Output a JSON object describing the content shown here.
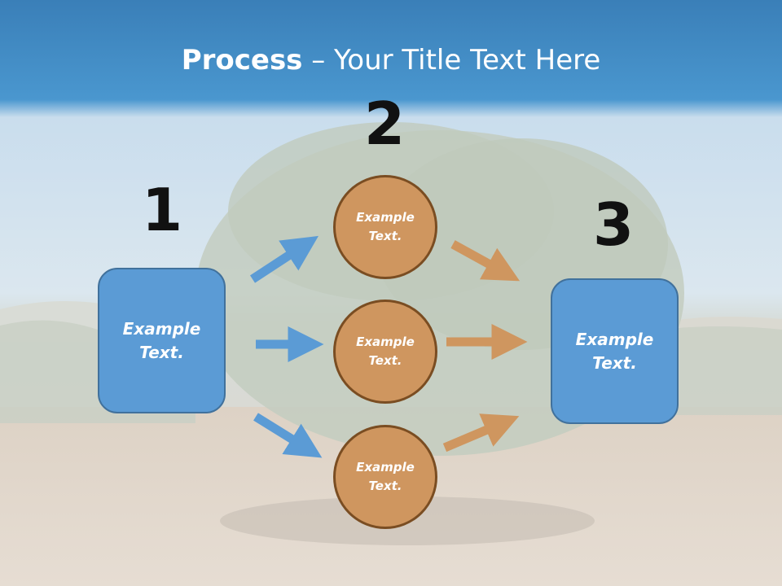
{
  "title": {
    "bold": "Process",
    "rest": " – Your Title Text Here"
  },
  "steps": {
    "one": "1",
    "two": "2",
    "three": "3"
  },
  "left_box": {
    "line1": "Example",
    "line2": "Text."
  },
  "circles": [
    {
      "line1": "Example",
      "line2": "Text."
    },
    {
      "line1": "Example",
      "line2": "Text."
    },
    {
      "line1": "Example",
      "line2": "Text."
    }
  ],
  "right_box": {
    "line1": "Example",
    "line2": "Text."
  },
  "colors": {
    "blue": "#5b9bd5",
    "blue_border": "#41719c",
    "orange": "#cf965f",
    "orange_border": "#7a4d22"
  }
}
